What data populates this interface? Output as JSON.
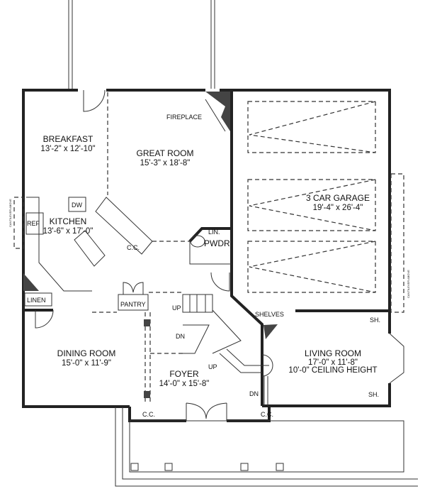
{
  "plan": {
    "rooms": [
      {
        "id": "breakfast",
        "name": "BREAKFAST",
        "dims": "13'-2\" x 12'-10\""
      },
      {
        "id": "great-room",
        "name": "GREAT ROOM",
        "dims": "15'-3\" x 18'-8\""
      },
      {
        "id": "kitchen",
        "name": "KITCHEN",
        "dims": "13'-6\" x 17'-0\""
      },
      {
        "id": "garage",
        "name": "3 CAR GARAGE",
        "dims": "19'-4\" x 26'-4\""
      },
      {
        "id": "dining-room",
        "name": "DINING ROOM",
        "dims": "15'-0\" x 11'-9\""
      },
      {
        "id": "foyer",
        "name": "FOYER",
        "dims": "14'-0\" x 15'-8\""
      },
      {
        "id": "living-room",
        "name": "LIVING ROOM",
        "dims": "17'-0\" x 11'-8\"",
        "note": "10'-0\" CEILING HEIGHT"
      }
    ],
    "labels": {
      "fireplace": "FIREPLACE",
      "dw": "DW",
      "ref": "REF",
      "cc": "C.C.",
      "lin": "LIN.",
      "pwdr": "PWDR",
      "linen": "LINEN",
      "pantry": "PANTRY",
      "up": "UP",
      "dn": "DN",
      "shelves": "SHELVES",
      "sh": "SH.",
      "cantilever": "CANTILEVER ABOVE"
    },
    "colors": {
      "line": "#222222",
      "fill": "#444444",
      "background": "#ffffff"
    }
  }
}
